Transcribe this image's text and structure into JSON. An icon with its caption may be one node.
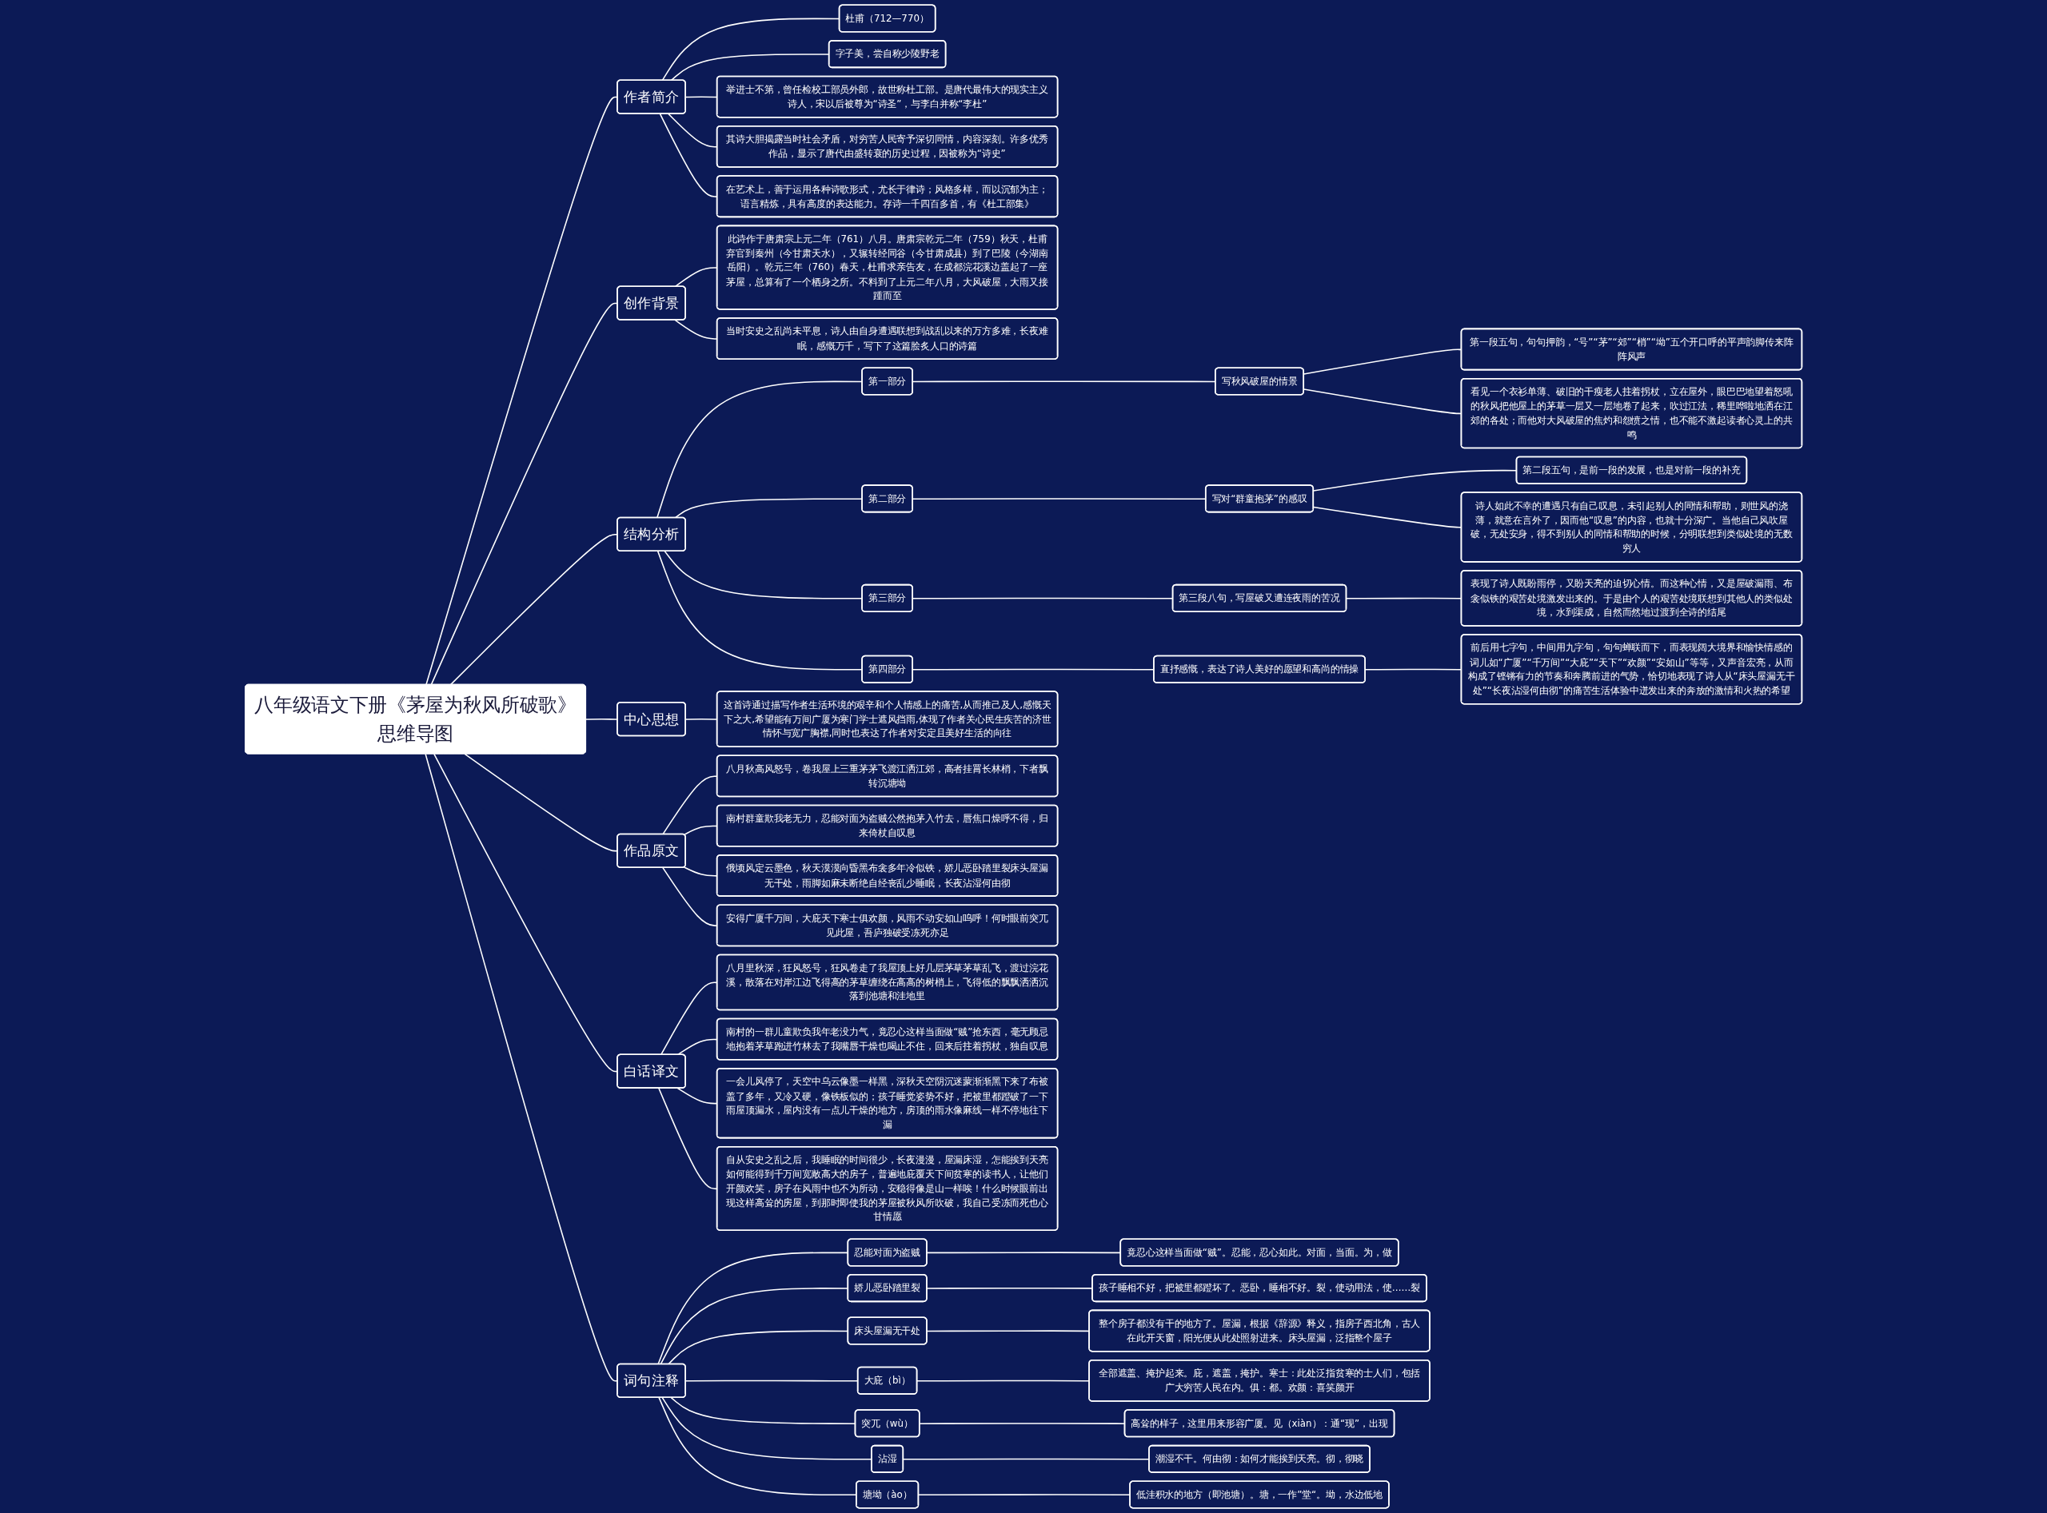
{
  "diagram": {
    "nodes": [
      {
        "text": [
          "八年级语文下册《茅屋为秋风所破歌》思维导图"
        ]
      },
      {
        "text": [
          "作者简介"
        ]
      },
      {
        "text": [
          "杜甫（712—770）"
        ]
      },
      {
        "text": [
          "字子美，尝自称少陵野老"
        ]
      },
      {
        "text": [
          "举进士不第，曾任检校工部员外郎，故世称杜工部。是唐代最伟大的现实主义诗人，宋以后被尊为“诗圣”，与李白并称“李杜”"
        ]
      },
      {
        "text": [
          "其诗大胆揭露当时社会矛盾，对穷苦人民寄予深切同情，内容深刻。许多优秀作品，显示了唐代由盛转衰的历史过程，因被称为“诗史”"
        ]
      },
      {
        "text": [
          "在艺术上，善于运用各种诗歌形式，尤长于律诗；风格多样，而以沉郁为主；语言精炼，具有高度的表达能力。存诗一千四百多首，有《杜工部集》"
        ]
      },
      {
        "text": [
          "创作背景"
        ]
      },
      {
        "text": [
          "此诗作于唐肃宗上元二年（761）八月。唐肃宗乾元二年（759）秋天，杜甫弃官到秦州（今甘肃天水），又辗转经同谷（今甘肃成县）到了巴陵（今湖南岳阳）。乾元三年（760）春天，杜甫求亲告友，在成都浣花溪边盖起了一座茅屋，总算有了一个栖身之所。不料到了上元二年八月，大风破屋，大雨又接踵而至"
        ]
      },
      {
        "text": [
          "当时安史之乱尚未平息，诗人由自身遭遇联想到战乱以来的万方多难，长夜难眠，感慨万千，写下了这篇脍炙人口的诗篇"
        ]
      },
      {
        "text": [
          "结构分析"
        ]
      },
      {
        "text": [
          "第一部分"
        ]
      },
      {
        "text": [
          "写秋风破屋的情景"
        ]
      },
      {
        "text": [
          "第一段五句，句句押韵，“号”“茅”“郊”“梢”“坳”五个开口呼的平声韵脚传来阵阵风声"
        ]
      },
      {
        "text": [
          "看见一个衣衫单薄、破旧的干瘦老人拄着拐杖，立在屋外，眼巴巴地望着怒吼的秋风把他屋上的茅草一层又一层地卷了起来，吹过江法，稀里哗啦地洒在江郊的各处；而他对大风破屋的焦灼和怨愤之情，也不能不激起读者心灵上的共鸣"
        ]
      },
      {
        "text": [
          "第二部分"
        ]
      },
      {
        "text": [
          "写对“群童抱茅”的感叹"
        ]
      },
      {
        "text": [
          "第二段五句，是前一段的发展，也是对前一段的补充"
        ]
      },
      {
        "text": [
          "诗人如此不幸的遭遇只有自己叹息，未引起别人的同情和帮助，则世风的浇薄，就意在言外了，因而他“叹息”的内容，也就十分深广。当他自己风吹屋破，无处安身，得不到别人的同情和帮助的时候，分明联想到类似处境的无数穷人"
        ]
      },
      {
        "text": [
          "第三部分"
        ]
      },
      {
        "text": [
          "第三段八句，写屋破又遭连夜雨的苦况"
        ]
      },
      {
        "text": [
          "表现了诗人既盼雨停，又盼天亮的迫切心情。而这种心情，又是屋破漏雨、布衾似铁的艰苦处境激发出来的。于是由个人的艰苦处境联想到其他人的类似处境，水到渠成，自然而然地过渡到全诗的结尾"
        ]
      },
      {
        "text": [
          "第四部分"
        ]
      },
      {
        "text": [
          "直抒感慨，表达了诗人美好的愿望和高尚的情操"
        ]
      },
      {
        "text": [
          "前后用七字句，中间用九字句，句句蝉联而下，而表现阔大境界和愉快情感的词儿如“广厦”“千万间”“大庇”“天下”“欢颜”“安如山”等等，又声音宏亮，从而构成了铿锵有力的节奏和奔腾前进的气势，恰切地表现了诗人从“床头屋漏无干处”“长夜沾湿何由彻”的痛苦生活体验中迸发出来的奔放的激情和火热的希望"
        ]
      },
      {
        "text": [
          "中心思想"
        ]
      },
      {
        "text": [
          "这首诗通过描写作者生活环境的艰辛和个人情感上的痛苦,从而推己及人,感慨天下之大,希望能有万间广厦为寒门学士遮风挡雨,体现了作者关心民生疾苦的济世情怀与宽广胸襟,同时也表达了作者对安定且美好生活的向往"
        ]
      },
      {
        "text": [
          "作品原文"
        ]
      },
      {
        "text": [
          "八月秋高风怒号，卷我屋上三重茅茅飞渡江洒江郊，高者挂罥长林梢，下者飘转沉塘坳"
        ]
      },
      {
        "text": [
          "南村群童欺我老无力，忍能对面为盗贼公然抱茅入竹去，唇焦口燥呼不得，归来倚杖自叹息"
        ]
      },
      {
        "text": [
          "俄顷风定云墨色，秋天漠漠向昏黑布衾多年冷似铁，娇儿恶卧踏里裂床头屋漏无干处，雨脚如麻未断绝自经丧乱少睡眠，长夜沾湿何由彻"
        ]
      },
      {
        "text": [
          "安得广厦千万间，大庇天下寒士俱欢颜，风雨不动安如山呜呼！何时眼前突兀见此屋，吾庐独破受冻死亦足"
        ]
      },
      {
        "text": [
          "白话译文"
        ]
      },
      {
        "text": [
          "八月里秋深，狂风怒号，狂风卷走了我屋顶上好几层茅草茅草乱飞，渡过浣花溪，散落在对岸江边飞得高的茅草缠绕在高高的树梢上，飞得低的飘飘洒洒沉落到池塘和洼地里"
        ]
      },
      {
        "text": [
          "南村的一群儿童欺负我年老没力气，竟忍心这样当面做“贼”抢东西，毫无顾忌地抱着茅草跑进竹林去了我嘴唇干燥也喝止不住，回来后拄着拐杖，独自叹息"
        ]
      },
      {
        "text": [
          "一会儿风停了，天空中乌云像墨一样黑，深秋天空阴沉迷蒙渐渐黑下来了布被盖了多年，又冷又硬，像铁板似的；孩子睡觉姿势不好，把被里都蹬破了一下雨屋顶漏水，屋内没有一点儿干燥的地方，房顶的雨水像麻线一样不停地往下漏"
        ]
      },
      {
        "text": [
          "自从安史之乱之后，我睡眠的时间很少，长夜漫漫，屋漏床湿，怎能挨到天亮如何能得到千万间宽敞高大的房子，普遍地庇覆天下间贫寒的读书人，让他们开颜欢笑，房子在风雨中也不为所动，安稳得像是山一样唉！什么时候眼前出现这样高耸的房屋，到那时即使我的茅屋被秋风所吹破，我自己受冻而死也心甘情愿"
        ]
      },
      {
        "text": [
          "词句注释"
        ]
      },
      {
        "text": [
          "忍能对面为盗贼"
        ]
      },
      {
        "text": [
          "竟忍心这样当面做“贼”。忍能，忍心如此。对面，当面。为，做"
        ]
      },
      {
        "text": [
          "娇儿恶卧踏里裂"
        ]
      },
      {
        "text": [
          "孩子睡相不好，把被里都蹬坏了。恶卧，睡相不好。裂，使动用法，使……裂"
        ]
      },
      {
        "text": [
          "床头屋漏无干处"
        ]
      },
      {
        "text": [
          "整个房子都没有干的地方了。屋漏，根据《辞源》释义，指房子西北角，古人在此开天窗，阳光便从此处照射进来。床头屋漏，泛指整个屋子"
        ]
      },
      {
        "text": [
          "大庇（bì）"
        ]
      },
      {
        "text": [
          "全部遮盖、掩护起来。庇，遮盖，掩护。寒士：此处泛指贫寒的士人们，包括广大穷苦人民在内。俱：都。欢颜：喜笑颜开"
        ]
      },
      {
        "text": [
          "突兀（wù）"
        ]
      },
      {
        "text": [
          "高耸的样子，这里用来形容广厦。见（xiàn）：通“现”，出现"
        ]
      },
      {
        "text": [
          "沾湿"
        ]
      },
      {
        "text": [
          "潮湿不干。何由彻：如何才能挨到天亮。彻，彻晓"
        ]
      },
      {
        "text": [
          "塘坳（ào）"
        ]
      },
      {
        "text": [
          "低洼积水的地方（即池塘）。塘，一作”堂“。坳，水边低地"
        ]
      }
    ],
    "edges": [
      {
        "from": 0,
        "to": 1,
        "arrow": "none"
      },
      {
        "from": 1,
        "to": 2,
        "arrow": "none"
      },
      {
        "from": 1,
        "to": 3,
        "arrow": "none"
      },
      {
        "from": 1,
        "to": 4,
        "arrow": "none"
      },
      {
        "from": 1,
        "to": 5,
        "arrow": "none"
      },
      {
        "from": 1,
        "to": 6,
        "arrow": "none"
      },
      {
        "from": 0,
        "to": 7,
        "arrow": "none"
      },
      {
        "from": 7,
        "to": 8,
        "arrow": "none"
      },
      {
        "from": 7,
        "to": 9,
        "arrow": "none"
      },
      {
        "from": 0,
        "to": 10,
        "arrow": "none"
      },
      {
        "from": 10,
        "to": 11,
        "arrow": "none"
      },
      {
        "from": 11,
        "to": 12,
        "arrow": "none"
      },
      {
        "from": 12,
        "to": 13,
        "arrow": "none"
      },
      {
        "from": 12,
        "to": 14,
        "arrow": "none"
      },
      {
        "from": 10,
        "to": 15,
        "arrow": "none"
      },
      {
        "from": 15,
        "to": 16,
        "arrow": "none"
      },
      {
        "from": 16,
        "to": 17,
        "arrow": "none"
      },
      {
        "from": 16,
        "to": 18,
        "arrow": "none"
      },
      {
        "from": 10,
        "to": 19,
        "arrow": "none"
      },
      {
        "from": 19,
        "to": 20,
        "arrow": "none"
      },
      {
        "from": 20,
        "to": 21,
        "arrow": "none"
      },
      {
        "from": 10,
        "to": 22,
        "arrow": "none"
      },
      {
        "from": 22,
        "to": 23,
        "arrow": "none"
      },
      {
        "from": 23,
        "to": 24,
        "arrow": "none"
      },
      {
        "from": 0,
        "to": 25,
        "arrow": "none"
      },
      {
        "from": 25,
        "to": 26,
        "arrow": "none"
      },
      {
        "from": 0,
        "to": 27,
        "arrow": "none"
      },
      {
        "from": 27,
        "to": 28,
        "arrow": "none"
      },
      {
        "from": 27,
        "to": 29,
        "arrow": "none"
      },
      {
        "from": 27,
        "to": 30,
        "arrow": "none"
      },
      {
        "from": 27,
        "to": 31,
        "arrow": "none"
      },
      {
        "from": 0,
        "to": 32,
        "arrow": "none"
      },
      {
        "from": 32,
        "to": 33,
        "arrow": "none"
      },
      {
        "from": 32,
        "to": 34,
        "arrow": "none"
      },
      {
        "from": 32,
        "to": 35,
        "arrow": "none"
      },
      {
        "from": 32,
        "to": 36,
        "arrow": "none"
      },
      {
        "from": 0,
        "to": 37,
        "arrow": "none"
      },
      {
        "from": 37,
        "to": 38,
        "arrow": "none"
      },
      {
        "from": 38,
        "to": 39,
        "arrow": "none"
      },
      {
        "from": 37,
        "to": 40,
        "arrow": "none"
      },
      {
        "from": 40,
        "to": 41,
        "arrow": "none"
      },
      {
        "from": 37,
        "to": 42,
        "arrow": "none"
      },
      {
        "from": 42,
        "to": 43,
        "arrow": "none"
      },
      {
        "from": 37,
        "to": 44,
        "arrow": "none"
      },
      {
        "from": 44,
        "to": 45,
        "arrow": "none"
      },
      {
        "from": 37,
        "to": 46,
        "arrow": "none"
      },
      {
        "from": 46,
        "to": 47,
        "arrow": "none"
      },
      {
        "from": 37,
        "to": 48,
        "arrow": "none"
      },
      {
        "from": 48,
        "to": 49,
        "arrow": "none"
      },
      {
        "from": 37,
        "to": 50,
        "arrow": "none"
      },
      {
        "from": 50,
        "to": 51,
        "arrow": "none"
      }
    ]
  }
}
